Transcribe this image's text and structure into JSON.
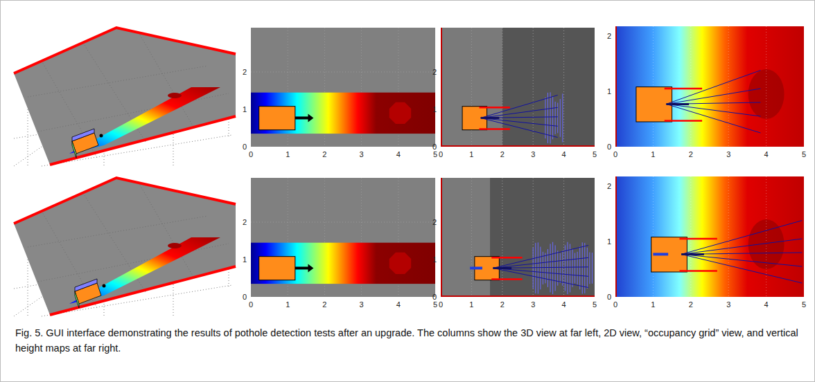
{
  "diagram": {
    "caption": "Fig. 5. GUI interface demonstrating the results of pothole detection tests after an upgrade. The columns show the 3D view at far left, 2D view, “occupancy grid” view, and vertical height maps at far right.",
    "labels": [
      "2",
      "1",
      "0",
      "0",
      "1",
      "2",
      "3",
      "4",
      "5",
      "2",
      "1",
      "0",
      "0",
      "1",
      "2",
      "3",
      "4",
      "5",
      "2",
      "1",
      "0",
      "0",
      "1",
      "2",
      "3",
      "4",
      "5",
      "2",
      "1",
      "0",
      "0",
      "1",
      "2",
      "3",
      "4",
      "5",
      "2",
      "1",
      "0",
      "0",
      "1",
      "2",
      "3",
      "4",
      "5",
      "2",
      "1",
      "0",
      "0",
      "1",
      "2",
      "3",
      "4",
      "5"
    ]
  }
}
